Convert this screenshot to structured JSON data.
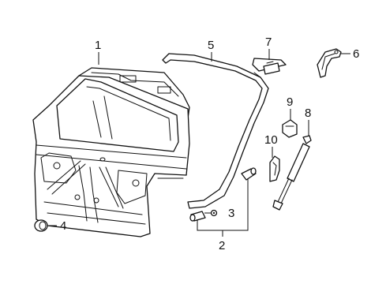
{
  "diagram": {
    "callouts": [
      {
        "id": "1",
        "label": "1",
        "part": "liftgate-panel"
      },
      {
        "id": "2",
        "label": "2",
        "part": "strut-ball-studs"
      },
      {
        "id": "3",
        "label": "3",
        "part": "clip"
      },
      {
        "id": "4",
        "label": "4",
        "part": "bumper-stop"
      },
      {
        "id": "5",
        "label": "5",
        "part": "weatherstrip-seal"
      },
      {
        "id": "6",
        "label": "6",
        "part": "hinge"
      },
      {
        "id": "7",
        "label": "7",
        "part": "bracket"
      },
      {
        "id": "8",
        "label": "8",
        "part": "lift-support-strut"
      },
      {
        "id": "9",
        "label": "9",
        "part": "latch-clip"
      },
      {
        "id": "10",
        "label": "10",
        "part": "striker-bracket"
      }
    ]
  }
}
